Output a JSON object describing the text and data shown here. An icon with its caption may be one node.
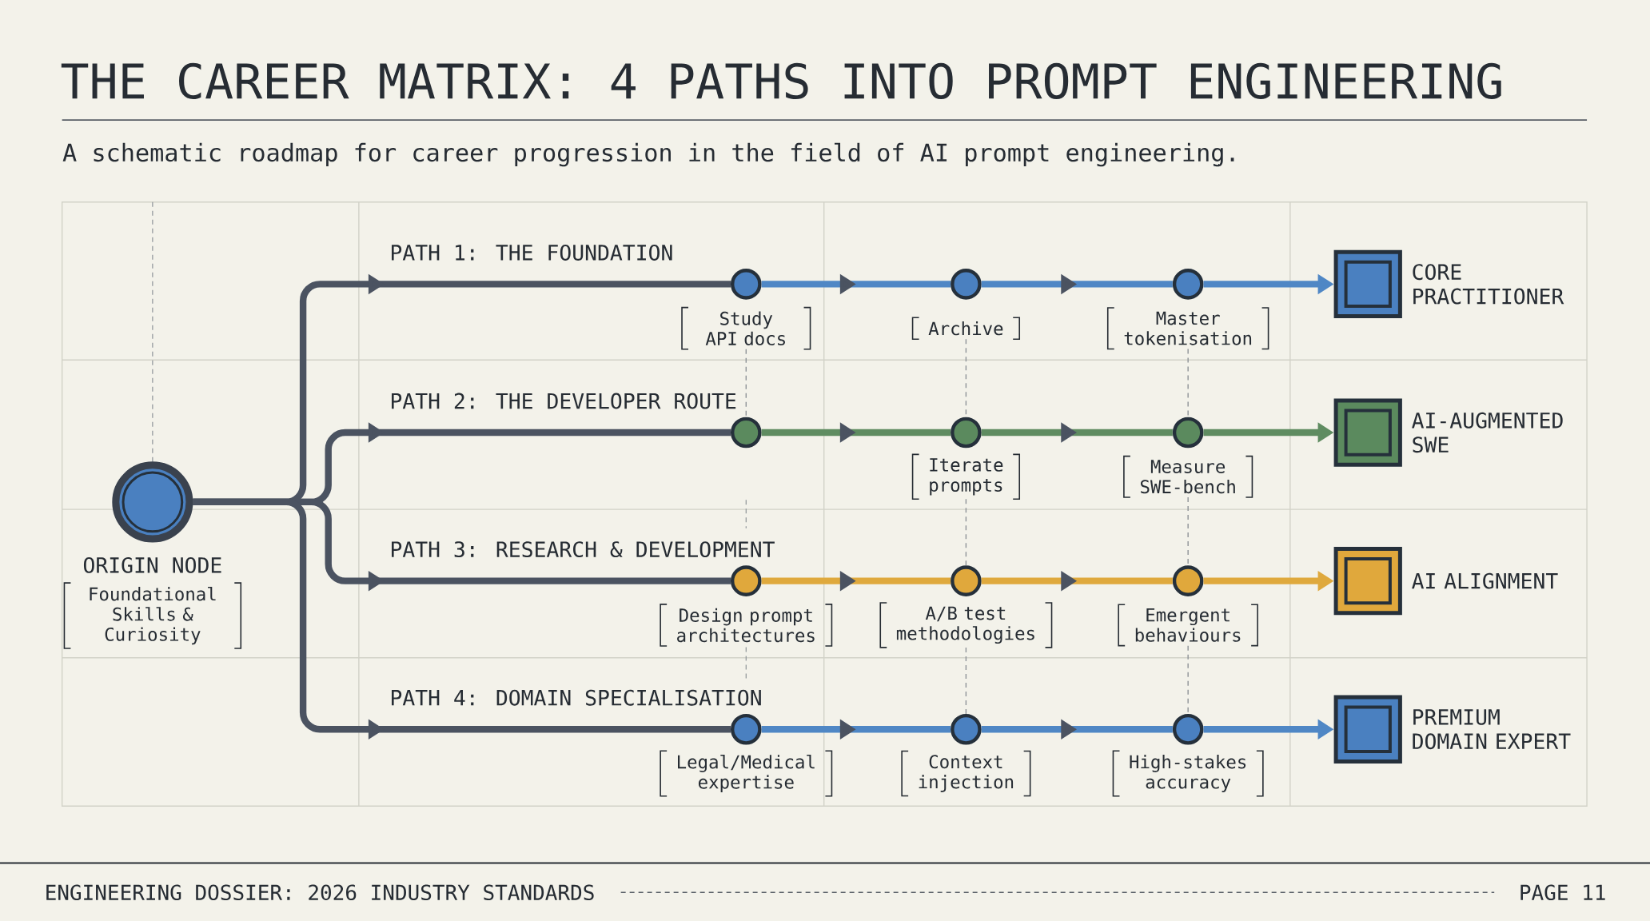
{
  "diagram": {
    "title": "THE CAREER MATRIX: 4 PATHS INTO PROMPT ENGINEERING",
    "nodes": [
      {
        "text": [],
        "shape": "circle",
        "beside": [
          "ORIGIN NODE",
          "Foundational Skills & Curiosity"
        ]
      },
      {
        "text": [],
        "shape": "circle",
        "beside": [
          "Study API docs"
        ]
      },
      {
        "text": [],
        "shape": "circle",
        "beside": [
          "Archive"
        ]
      },
      {
        "text": [],
        "shape": "circle",
        "beside": [
          "Master tokenisation"
        ]
      },
      {
        "text": [],
        "shape": "box",
        "beside": [
          "CORE PRACTITIONER"
        ]
      },
      {
        "text": [],
        "shape": "circle"
      },
      {
        "text": [],
        "shape": "circle",
        "beside": [
          "Iterate prompts"
        ]
      },
      {
        "text": [],
        "shape": "circle",
        "beside": [
          "Measure SWE-bench"
        ]
      },
      {
        "text": [],
        "shape": "box",
        "beside": [
          "AI-AUGMENTED SWE"
        ]
      },
      {
        "text": [],
        "shape": "circle",
        "beside": [
          "Design prompt architectures"
        ]
      },
      {
        "text": [],
        "shape": "circle",
        "beside": [
          "A/B test methodologies"
        ]
      },
      {
        "text": [],
        "shape": "circle",
        "beside": [
          "Emergent behaviours"
        ]
      },
      {
        "text": [],
        "shape": "box",
        "beside": [
          "AI ALIGNMENT"
        ]
      },
      {
        "text": [],
        "shape": "circle",
        "beside": [
          "Legal/Medical expertise"
        ]
      },
      {
        "text": [],
        "shape": "circle",
        "beside": [
          "Context injection"
        ]
      },
      {
        "text": [],
        "shape": "circle",
        "beside": [
          "High-stakes accuracy"
        ]
      },
      {
        "text": [],
        "shape": "box",
        "beside": [
          "PREMIUM DOMAIN EXPERT"
        ]
      }
    ],
    "edges": [
      {
        "from": 0,
        "to": 1,
        "arrow": "to",
        "color": "#4b5361"
      },
      {
        "from": 1,
        "to": 2,
        "arrow": "to",
        "color": "#4f87c5"
      },
      {
        "from": 2,
        "to": 3,
        "arrow": "to",
        "color": "#4f87c5"
      },
      {
        "from": 3,
        "to": 4,
        "arrow": "to",
        "color": "#4f87c5"
      },
      {
        "from": 0,
        "to": 5,
        "arrow": "to",
        "color": "#4b5361"
      },
      {
        "from": 5,
        "to": 6,
        "arrow": "to",
        "color": "#5f8c61"
      },
      {
        "from": 6,
        "to": 7,
        "arrow": "to",
        "color": "#5f8c61"
      },
      {
        "from": 7,
        "to": 8,
        "arrow": "to",
        "color": "#5f8c61"
      },
      {
        "from": 0,
        "to": 9,
        "arrow": "to",
        "color": "#4b5361"
      },
      {
        "from": 9,
        "to": 10,
        "arrow": "to",
        "color": "#dfa93d"
      },
      {
        "from": 10,
        "to": 11,
        "arrow": "to",
        "color": "#dfa93d"
      },
      {
        "from": 11,
        "to": 12,
        "arrow": "to",
        "color": "#dfa93d"
      },
      {
        "from": 0,
        "to": 13,
        "arrow": "to",
        "color": "#4b5361"
      },
      {
        "from": 13,
        "to": 14,
        "arrow": "to",
        "color": "#4f87c5"
      },
      {
        "from": 14,
        "to": 15,
        "arrow": "to",
        "color": "#4f87c5"
      },
      {
        "from": 15,
        "to": 16,
        "arrow": "to",
        "color": "#4f87c5"
      },
      {
        "from": 1,
        "to": 5,
        "arrow": "none",
        "style": "dashed",
        "color": "#8e9398"
      },
      {
        "from": 2,
        "to": 6,
        "arrow": "none",
        "style": "dashed",
        "color": "#8e9398"
      },
      {
        "from": 3,
        "to": 7,
        "arrow": "none",
        "style": "dashed",
        "color": "#8e9398"
      },
      {
        "from": 6,
        "to": 10,
        "arrow": "none",
        "style": "dashed",
        "color": "#8e9398"
      },
      {
        "from": 7,
        "to": 11,
        "arrow": "none",
        "style": "dashed",
        "color": "#8e9398"
      },
      {
        "from": 10,
        "to": 14,
        "arrow": "none",
        "style": "dashed",
        "color": "#8e9398"
      },
      {
        "from": 11,
        "to": 15,
        "arrow": "none",
        "style": "dashed",
        "color": "#8e9398"
      }
    ],
    "labels": [
      "A schematic roadmap for career progression in the field of AI prompt engineering.",
      "PATH 1: THE FOUNDATION",
      "PATH 2: THE DEVELOPER ROUTE",
      "PATH 3: RESEARCH & DEVELOPMENT",
      "PATH 4: DOMAIN SPECIALISATION",
      "ENGINEERING DOSSIER: 2026 INDUSTRY STANDARDS",
      "PAGE 11"
    ]
  }
}
